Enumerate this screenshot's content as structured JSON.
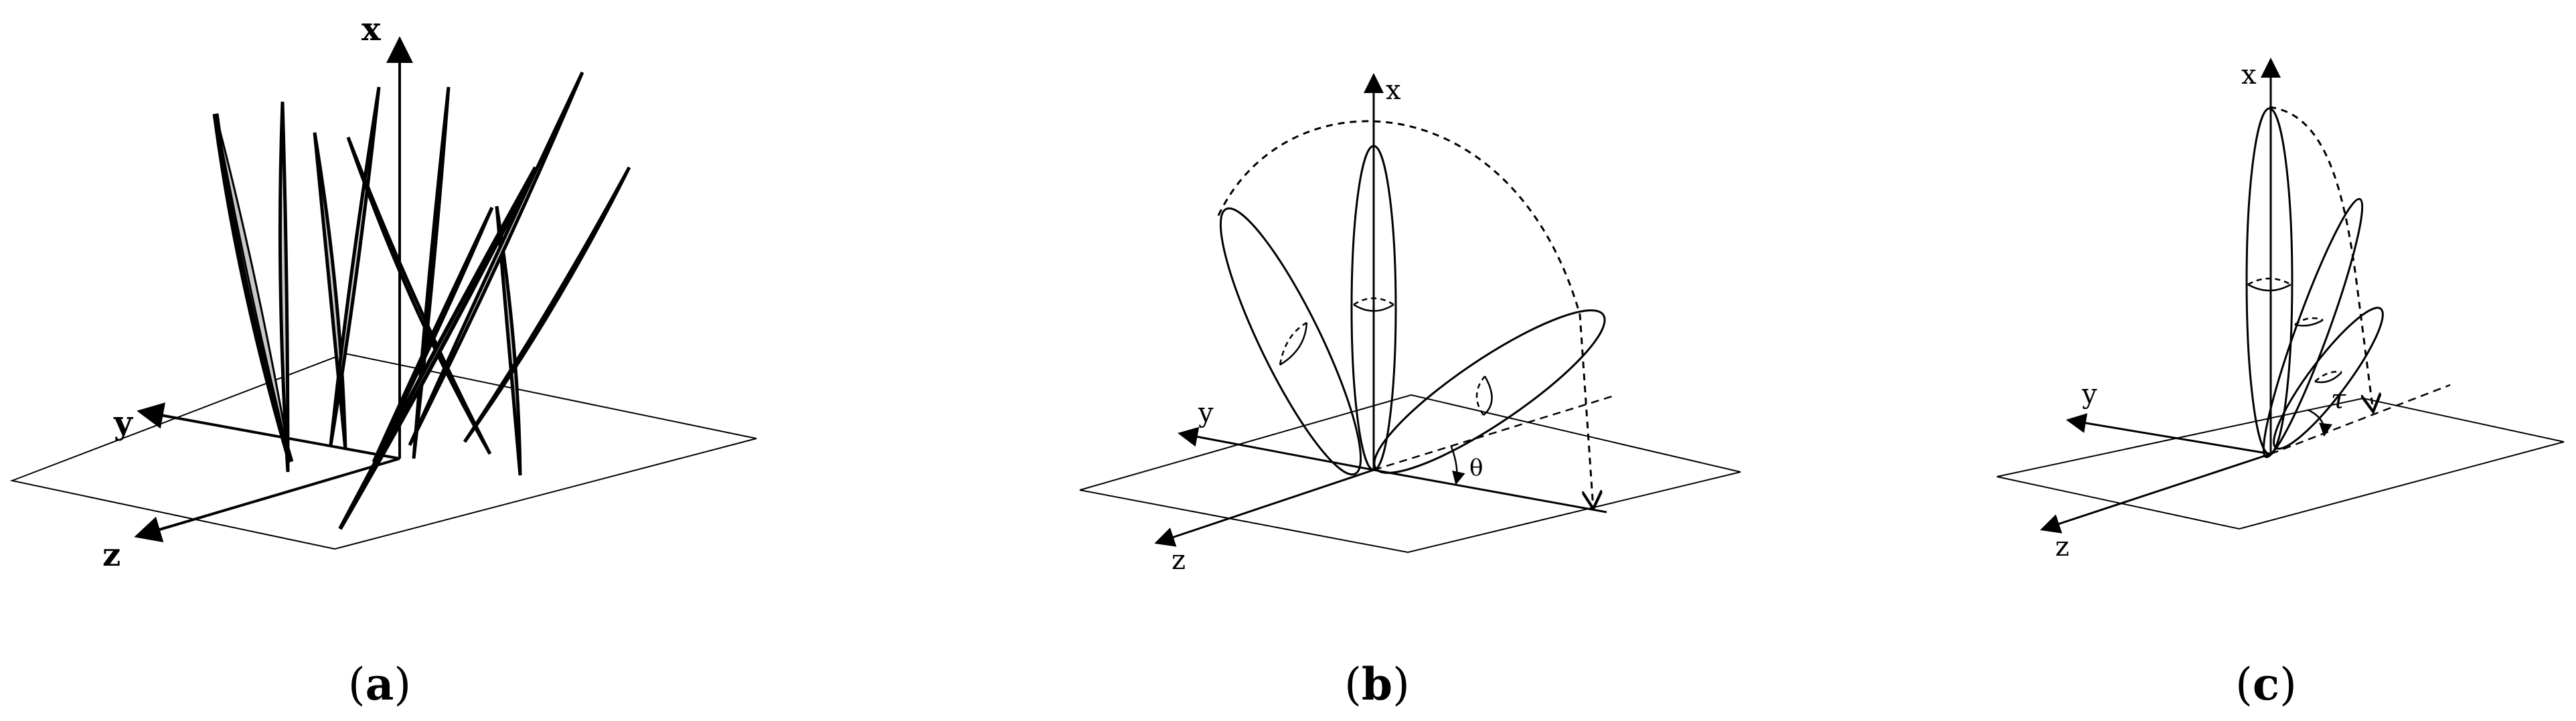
{
  "panel_a": {
    "axes": {
      "x": "x",
      "y": "y",
      "z": "z"
    },
    "caption": {
      "open": "(",
      "letter": "a",
      "close": ")"
    }
  },
  "panel_b": {
    "axes": {
      "x": "x",
      "y": "y",
      "z": "z"
    },
    "angle_label": "θ",
    "caption": {
      "open": "(",
      "letter": "b",
      "close": ")"
    }
  },
  "panel_c": {
    "axes": {
      "x": "x",
      "y": "y",
      "z": "z"
    },
    "angle_label": "τ",
    "caption": {
      "open": "(",
      "letter": "c",
      "close": ")"
    }
  },
  "colors": {
    "ink": "#000000",
    "needle_fill": "#c8c8c8",
    "background": "#ffffff"
  }
}
